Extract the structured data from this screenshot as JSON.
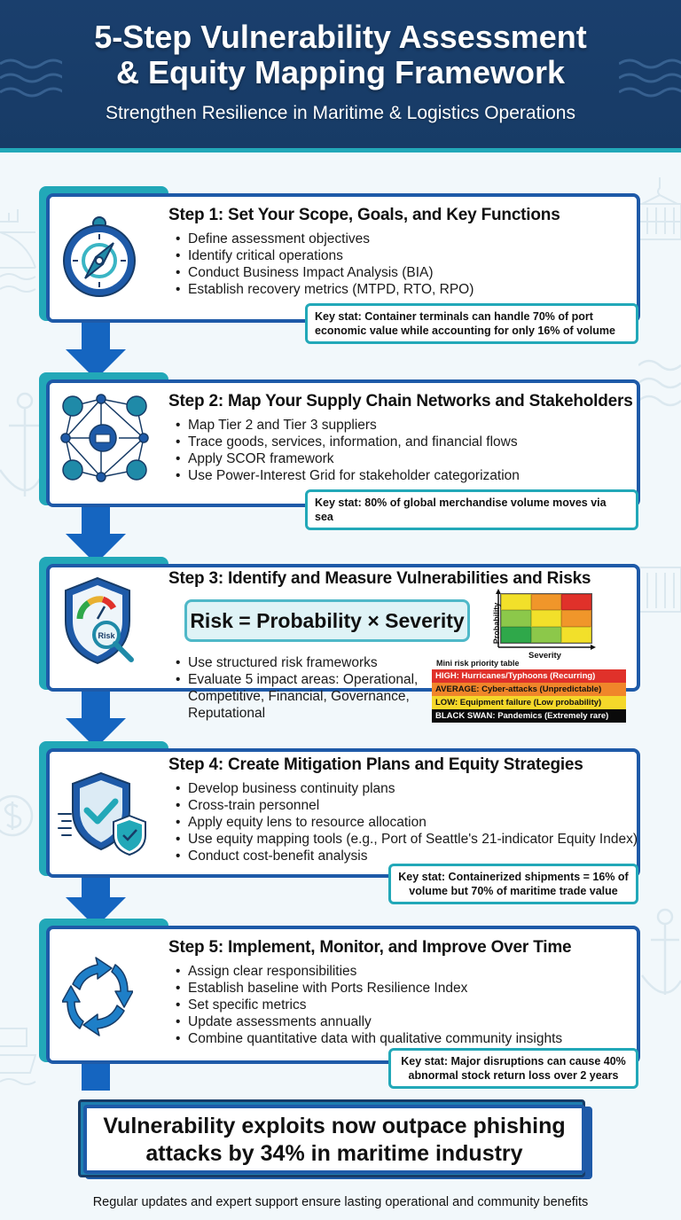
{
  "header": {
    "title_line1": "5-Step Vulnerability Assessment",
    "title_line2": "& Equity Mapping Framework",
    "subtitle": "Strengthen Resilience in Maritime & Logistics Operations"
  },
  "steps": [
    {
      "title": "Step 1: Set Your Scope, Goals, and Key Functions",
      "icon": "compass-icon",
      "bullets": [
        "Define assessment objectives",
        "Identify critical operations",
        "Conduct Business Impact Analysis (BIA)",
        "Establish recovery metrics (MTPD, RTO, RPO)"
      ],
      "key_stat_line1": "Key stat: Container terminals can handle 70% of port",
      "key_stat_line2": "economic value while accounting for only 16% of volume"
    },
    {
      "title": "Step 2: Map Your Supply Chain Networks and Stakeholders",
      "icon": "network-icon",
      "bullets": [
        "Map Tier 2 and Tier 3 suppliers",
        "Trace goods, services, information, and financial flows",
        "Apply SCOR framework",
        "Use Power-Interest Grid for stakeholder categorization"
      ],
      "key_stat_line1": "Key stat: 80% of global merchandise volume moves via",
      "key_stat_line2": "sea"
    },
    {
      "title": "Step 3: Identify and Measure Vulnerabilities and Risks",
      "icon": "risk-shield-icon",
      "icon_label": "Risk",
      "formula": "Risk = Probability × Severity",
      "bullets": [
        "Use structured risk frameworks",
        "Evaluate 5 impact areas: Operational,",
        "Competitive, Financial, Governance,",
        "Reputational"
      ],
      "matrix": {
        "y_label": "Probability",
        "x_label": "Severity",
        "cells": [
          "#f2e02a",
          "#f0962a",
          "#e0312a",
          "#8cc84a",
          "#f2e02a",
          "#f0962a",
          "#2fa84a",
          "#8cc84a",
          "#f2e02a"
        ]
      },
      "mini_table": {
        "title": "Mini risk priority table",
        "rows": [
          {
            "text": "HIGH: Hurricanes/Typhoons (Recurring)",
            "bg": "#e0312a",
            "fg": "#ffffff"
          },
          {
            "text": "AVERAGE: Cyber-attacks (Unpredictable)",
            "bg": "#f0862a",
            "fg": "#111111"
          },
          {
            "text": "LOW: Equipment failure (Low probability)",
            "bg": "#f5d82a",
            "fg": "#111111"
          },
          {
            "text": "BLACK SWAN: Pandemics (Extremely rare)",
            "bg": "#0a0a0a",
            "fg": "#ffffff"
          }
        ]
      }
    },
    {
      "title": "Step 4: Create Mitigation Plans and Equity Strategies",
      "icon": "shield-check-icon",
      "bullets": [
        "Develop business continuity plans",
        "Cross-train personnel",
        "Apply equity lens to resource allocation",
        "Use equity mapping tools (e.g., Port of Seattle's 21-indicator Equity Index)",
        "Conduct cost-benefit analysis"
      ],
      "key_stat_line1": "Key stat: Containerized shipments = 16% of",
      "key_stat_line2": "volume but 70% of maritime trade value"
    },
    {
      "title": "Step 5: Implement, Monitor, and Improve Over Time",
      "icon": "cycle-arrows-icon",
      "bullets": [
        "Assign clear responsibilities",
        "Establish baseline with Ports Resilience Index",
        "Set specific metrics",
        "Update assessments annually",
        "Combine quantitative data with qualitative community insights"
      ],
      "key_stat_line1": "Key stat: Major disruptions can cause 40%",
      "key_stat_line2": "abnormal stock return loss over 2 years"
    }
  ],
  "banner": {
    "line1": "Vulnerability exploits now outpace phishing",
    "line2": "attacks by 34% in maritime industry"
  },
  "footer": {
    "note": "Regular updates and expert support ensure lasting operational and community benefits"
  },
  "colors": {
    "navy": "#173b66",
    "blue": "#1e5aa8",
    "arrow_blue": "#1565c0",
    "teal": "#22a8b8",
    "background": "#f2f8fb"
  }
}
